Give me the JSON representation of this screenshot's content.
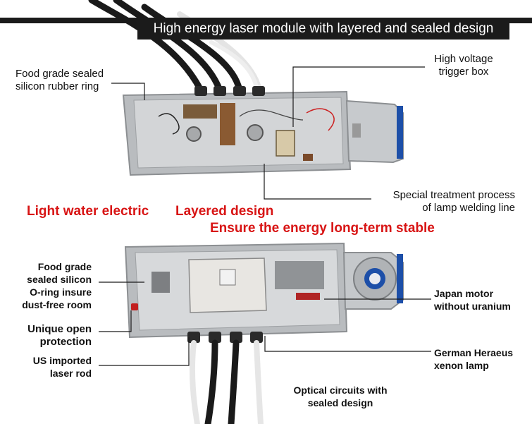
{
  "title": "High energy laser module with layered and sealed design",
  "upper_module": {
    "labels": {
      "silicon_ring": [
        "Food grade sealed",
        "silicon rubber ring"
      ],
      "trigger_box": [
        "High voltage",
        "trigger box"
      ],
      "welding_line": [
        "Special treatment process",
        "of lamp welding line"
      ]
    }
  },
  "middle": {
    "light_water_electric": "Light water electric",
    "layered_design": "Layered design",
    "ensure_stable": "Ensure the energy long-term stable"
  },
  "lower_module": {
    "labels": {
      "o_ring": [
        "Food grade",
        "sealed silicon",
        "O-ring insure",
        "dust-free room"
      ],
      "open_protection": [
        "Unique open",
        "protection"
      ],
      "laser_rod": [
        "US imported",
        "laser rod"
      ],
      "japan_motor": [
        "Japan motor",
        "without uranium"
      ],
      "xenon_lamp": [
        "German Heraeus",
        "xenon lamp"
      ],
      "optical_circuits": [
        "Optical circuits with",
        "sealed design"
      ]
    }
  },
  "colors": {
    "title_bg": "#1b1b1b",
    "highlight_text": "#d81414",
    "module_body": "#b9bcbf",
    "end_cap_blue": "#1d4fa8"
  }
}
